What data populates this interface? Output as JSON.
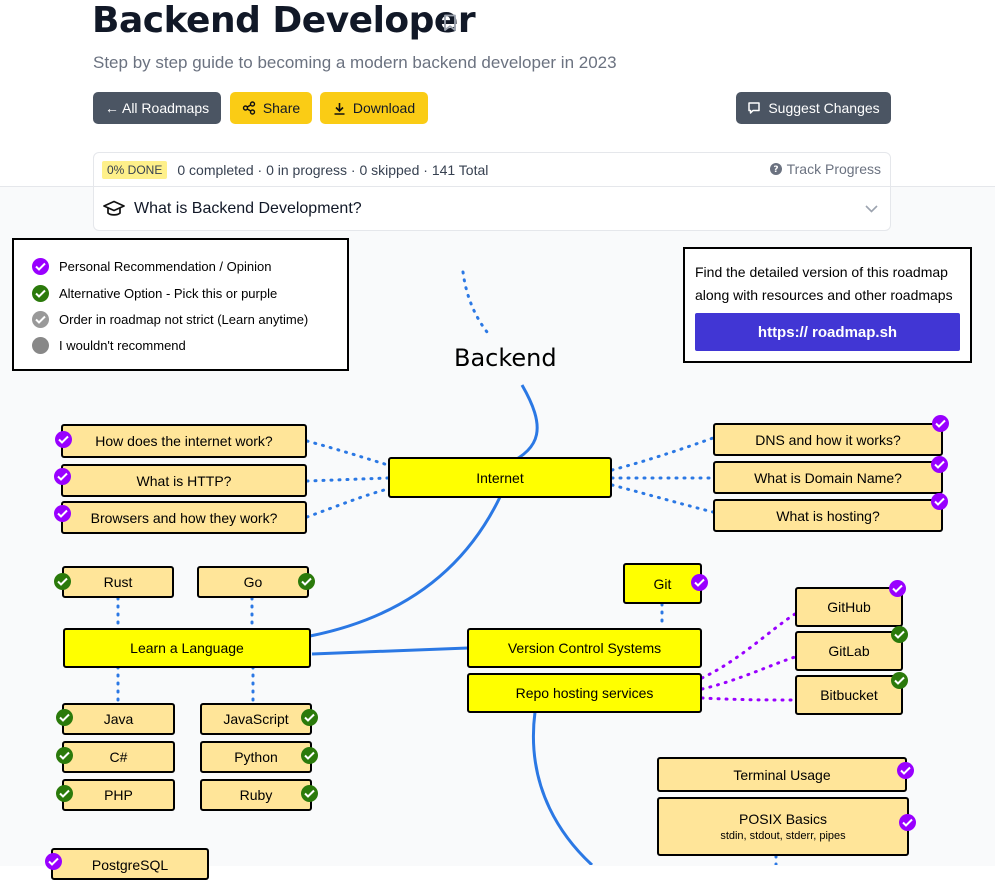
{
  "header": {
    "title": "Backend Developer",
    "subtitle": "Step by step guide to becoming a modern backend developer in 2023",
    "buttons": {
      "all_roadmaps": "← All Roadmaps",
      "share": "Share",
      "download": "Download",
      "suggest": "Suggest Changes"
    }
  },
  "progress": {
    "badge": "0% DONE",
    "stats": "0 completed · 0 in progress · 0 skipped · 141 Total",
    "track": "Track Progress",
    "question": "What is Backend Development?"
  },
  "legend": {
    "items": [
      {
        "label": "Personal Recommendation / Opinion",
        "color": "#9900ff"
      },
      {
        "label": "Alternative Option - Pick this or purple",
        "color": "#2b7a0b"
      },
      {
        "label": "Order in roadmap not strict (Learn anytime)",
        "color": "#999999"
      },
      {
        "label": "I wouldn't recommend",
        "color": "#888888"
      }
    ]
  },
  "info": {
    "text": "Find the detailed version of this roadmap along with resources and other roadmaps",
    "link": "https:// roadmap.sh"
  },
  "roadmap": {
    "root": "Backend",
    "internet": "Internet",
    "internet_left": [
      "How does the internet work?",
      "What is HTTP?",
      "Browsers and how they work?"
    ],
    "internet_right": [
      "DNS and how it works?",
      "What is Domain Name?",
      "What is hosting?"
    ],
    "language": "Learn a Language",
    "lang_top": [
      "Rust",
      "Go"
    ],
    "lang_bottom_left": [
      "Java",
      "C#",
      "PHP"
    ],
    "lang_bottom_right": [
      "JavaScript",
      "Python",
      "Ruby"
    ],
    "vcs": "Version Control Systems",
    "git": "Git",
    "repo": "Repo hosting services",
    "repo_items": [
      "GitHub",
      "GitLab",
      "Bitbucket"
    ],
    "terminal": "Terminal Usage",
    "posix": "POSIX Basics",
    "posix_sub": "stdin, stdout, stderr, pipes",
    "next": "PostgreSQL"
  },
  "colors": {
    "accent": "#facc15",
    "gray_button": "#4b5563",
    "topic": "#ffff00",
    "subtopic": "#ffe599",
    "link_blue": "#4136d4",
    "line_blue": "#2b78e4",
    "line_purple": "#9900ff"
  }
}
